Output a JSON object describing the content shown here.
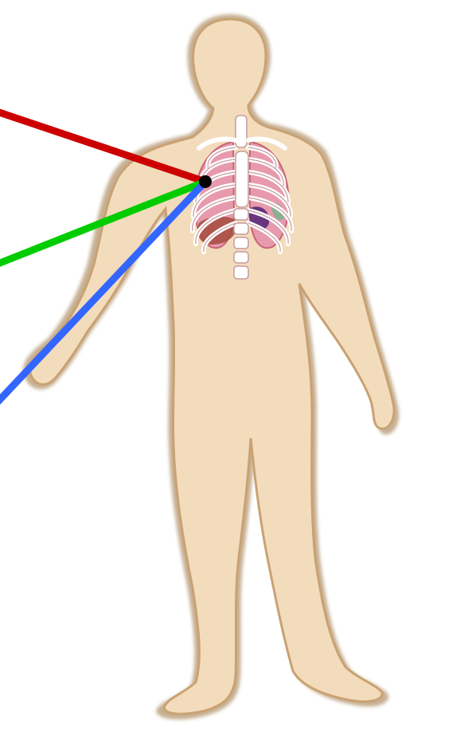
{
  "figure": {
    "subject": "human-body-with-ribcage",
    "colors": {
      "background": "#ffffff",
      "skin": "#f3dcbc",
      "skin_outline": "#c9a273",
      "skin_shadow": "#a88558",
      "rib": "#ffffff",
      "rib_outline": "#c79aa0",
      "lung": "#e79aac",
      "lung_dark": "#c76478",
      "liver": "#a34a3c",
      "stomach": "#5a2a7a",
      "organ_accent": "#7ab48e"
    }
  },
  "pointers": {
    "anchor_color": "#000000",
    "lines": [
      {
        "name": "red-pointer-line",
        "color": "#cc0000"
      },
      {
        "name": "green-pointer-line",
        "color": "#00cc00"
      },
      {
        "name": "blue-pointer-line",
        "color": "#3366ff"
      }
    ]
  }
}
